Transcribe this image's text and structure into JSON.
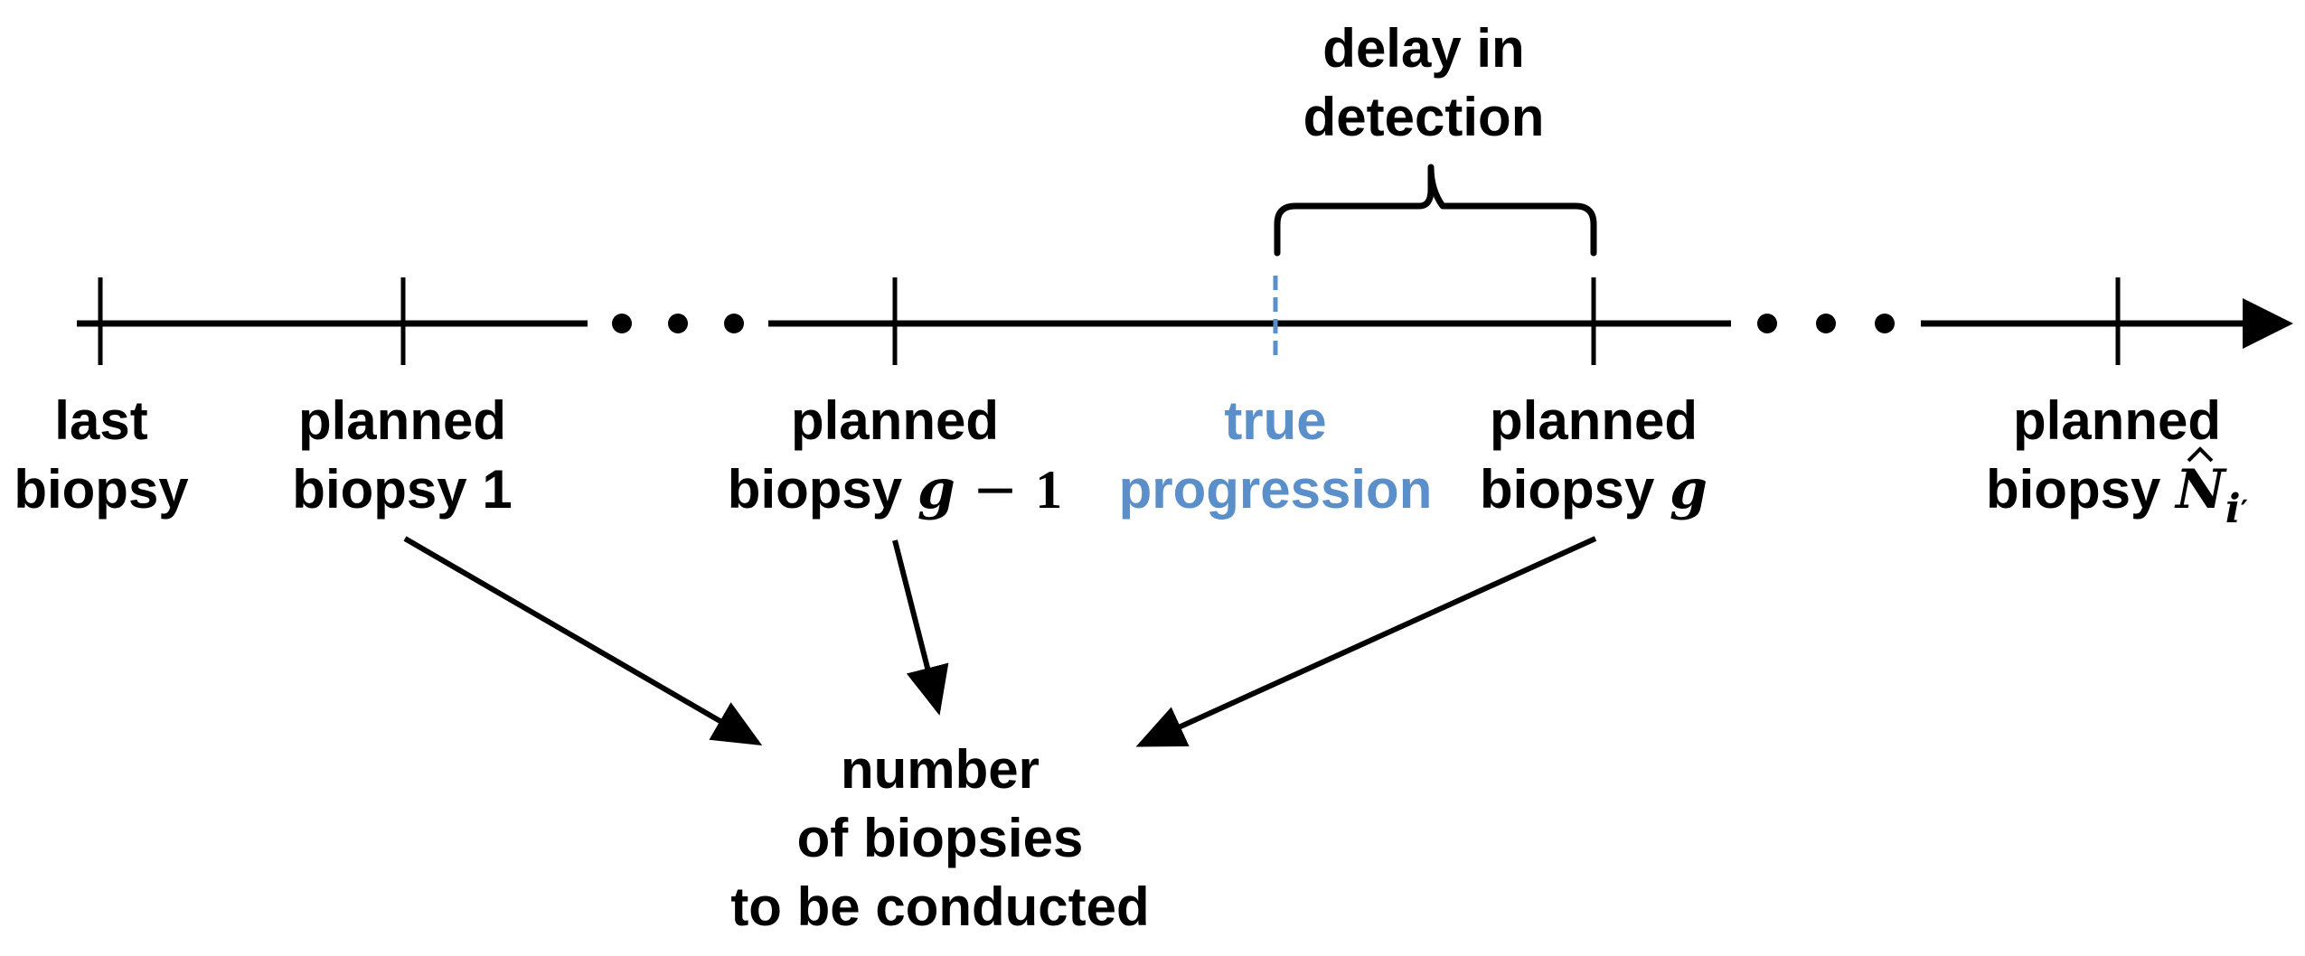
{
  "diagram": {
    "colors": {
      "ink": "#000000",
      "progression": "#5B8FC9"
    },
    "brace_label": {
      "line1": "delay in",
      "line2": "detection"
    },
    "labels": {
      "last": {
        "line1": "last",
        "line2": "biopsy"
      },
      "planned1": {
        "line1": "planned",
        "line2": "biopsy 1"
      },
      "planned_g_minus_1": {
        "line1": "planned",
        "line2_text": "biopsy ",
        "g": "g",
        "minus": " − ",
        "one": "1"
      },
      "true_progression": {
        "line1": "true",
        "line2": "progression"
      },
      "planned_g": {
        "line1": "planned",
        "line2_text": "biopsy ",
        "g": "g"
      },
      "planned_N": {
        "line1": "planned",
        "line2_text": "biopsy ",
        "N": "N",
        "i": "i",
        "prime": "′"
      }
    },
    "result": {
      "line1": "number",
      "line2": "of biopsies",
      "line3": "to be conducted"
    },
    "ellipsis": [
      "• • •",
      "• • •"
    ]
  }
}
